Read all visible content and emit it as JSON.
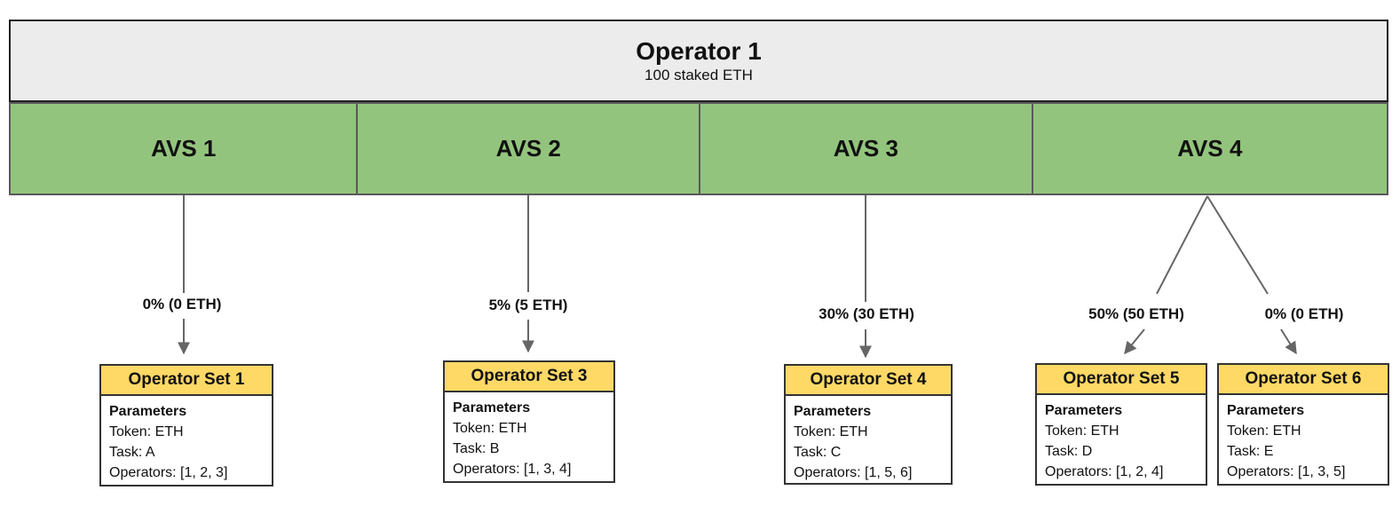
{
  "operator": {
    "title": "Operator 1",
    "subtitle": "100 staked ETH"
  },
  "avs_sections": [
    {
      "label": "AVS 1"
    },
    {
      "label": "AVS 2"
    },
    {
      "label": "AVS 3"
    },
    {
      "label": "AVS 4"
    }
  ],
  "allocations": [
    {
      "label": "0% (0 ETH)",
      "from": "AVS 1",
      "to": "Operator Set 1"
    },
    {
      "label": "5% (5 ETH)",
      "from": "AVS 2",
      "to": "Operator Set 3"
    },
    {
      "label": "30% (30 ETH)",
      "from": "AVS 3",
      "to": "Operator Set 4"
    },
    {
      "label": "50% (50 ETH)",
      "from": "AVS 4",
      "to": "Operator Set 5"
    },
    {
      "label": "0% (0 ETH)",
      "from": "AVS 4",
      "to": "Operator Set 6"
    }
  ],
  "operator_sets": [
    {
      "title": "Operator Set 1",
      "params_heading": "Parameters",
      "token": "Token: ETH",
      "task": "Task: A",
      "operators": "Operators: [1, 2, 3]"
    },
    {
      "title": "Operator Set 3",
      "params_heading": "Parameters",
      "token": "Token: ETH",
      "task": "Task: B",
      "operators": "Operators: [1, 3, 4]"
    },
    {
      "title": "Operator Set 4",
      "params_heading": "Parameters",
      "token": "Token: ETH",
      "task": "Task: C",
      "operators": "Operators: [1, 5, 6]"
    },
    {
      "title": "Operator Set 5",
      "params_heading": "Parameters",
      "token": "Token: ETH",
      "task": "Task: D",
      "operators": "Operators: [1, 2, 4]"
    },
    {
      "title": "Operator Set 6",
      "params_heading": "Parameters",
      "token": "Token: ETH",
      "task": "Task: E",
      "operators": "Operators: [1, 3, 5]"
    }
  ],
  "colors": {
    "operator_fill": "#ECECEC",
    "avs_fill": "#93C47D",
    "set_header_fill": "#FFD966",
    "arrow": "#666666",
    "table_border": "#595959",
    "box_border": "#333333"
  }
}
